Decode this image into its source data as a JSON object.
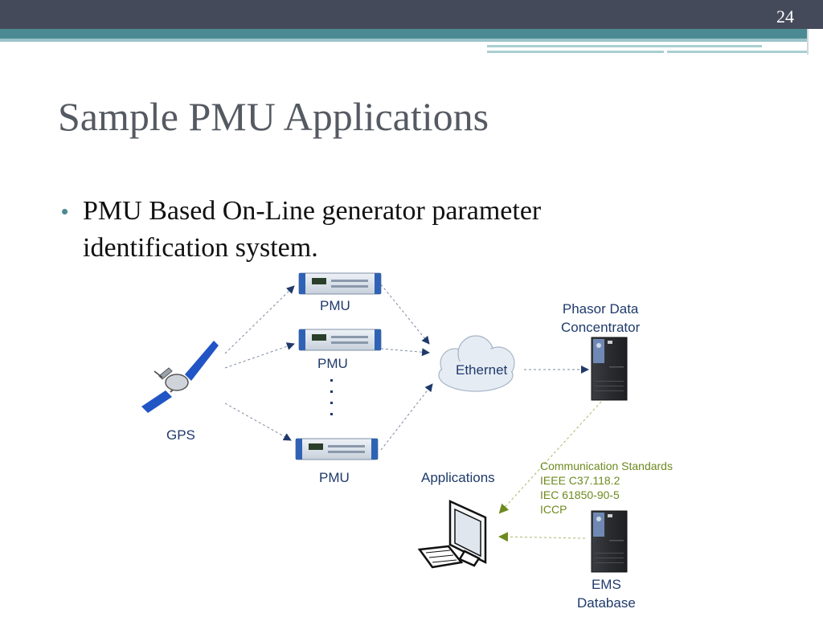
{
  "slide": {
    "number": "24",
    "title": "Sample PMU Applications"
  },
  "bullets": [
    {
      "text": "PMU Based On-Line generator parameter identification system."
    }
  ],
  "diagram": {
    "nodes": {
      "pmu_top": "PMU",
      "pmu_mid": "PMU",
      "pmu_bottom": "PMU",
      "gps": "GPS",
      "ethernet": "Ethernet",
      "pdc_line1": "Phasor Data",
      "pdc_line2": "Concentrator",
      "applications": "Applications",
      "ems_line1": "EMS",
      "ems_line2": "Database"
    },
    "communication_standards": [
      "Communication Standards",
      "IEEE C37.118.2",
      "IEC 61850-90-5",
      "ICCP"
    ]
  },
  "colors": {
    "topbar": "#454a5b",
    "accent": "#4b8a93",
    "label": "#1f3a6b",
    "standards": "#6d8a1e",
    "arrow": "#1f3a6b"
  }
}
